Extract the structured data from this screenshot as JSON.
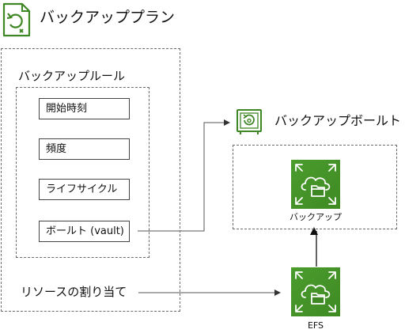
{
  "backup_plan": {
    "title": "バックアッププラン",
    "icon": "backup-plan-icon"
  },
  "backup_rule": {
    "title": "バックアップルール",
    "items": [
      {
        "label": "開始時刻"
      },
      {
        "label": "頻度"
      },
      {
        "label": "ライフサイクル"
      },
      {
        "label": "ボールト (vault)"
      }
    ]
  },
  "backup_vault": {
    "title": "バックアップボールト",
    "icon": "backup-vault-icon",
    "resource_label": "バックアップ"
  },
  "resource_assignment": {
    "label": "リソースの割り当て"
  },
  "efs": {
    "label": "EFS",
    "icon": "efs-file-system-icon"
  },
  "colors": {
    "aws_green": "#3f8624",
    "dash": "#6b6b6b",
    "arrow": "#333333"
  }
}
